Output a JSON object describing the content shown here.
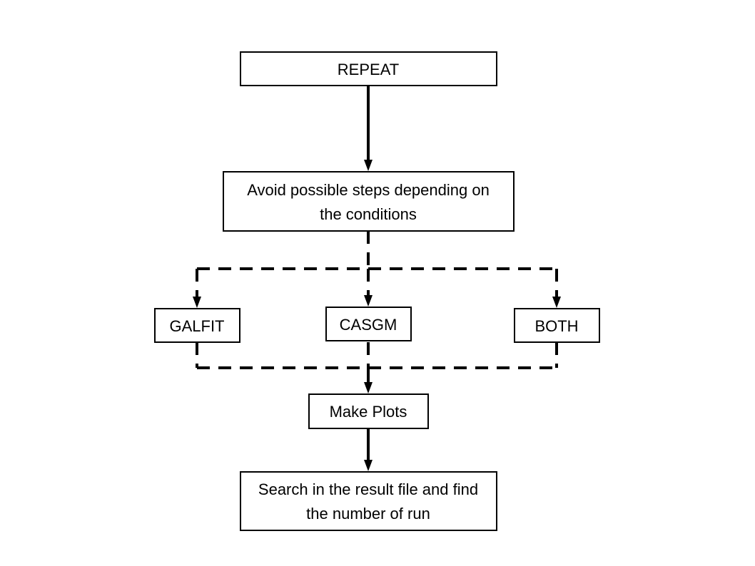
{
  "diagram": {
    "nodes": {
      "repeat": "REPEAT",
      "avoid": {
        "line1": "Avoid possible steps depending on",
        "line2": "the conditions"
      },
      "galfit": "GALFIT",
      "casgm": "CASGM",
      "both": "BOTH",
      "make_plots": "Make Plots",
      "search": {
        "line1": "Search in the result file and find",
        "line2": "the number of run"
      }
    }
  }
}
